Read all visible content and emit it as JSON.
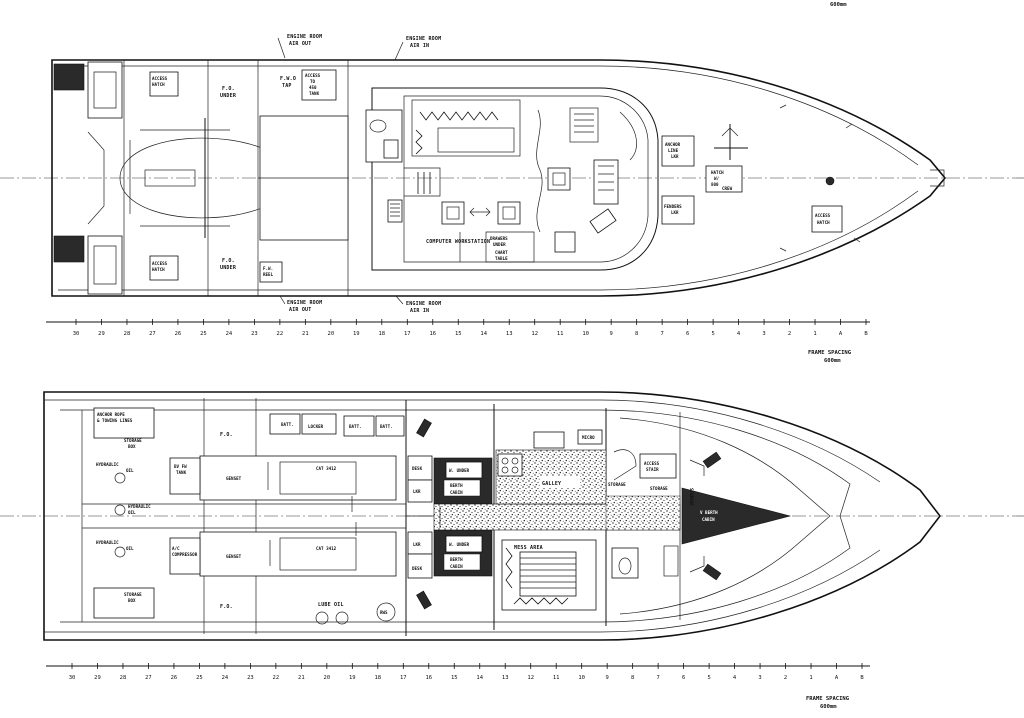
{
  "corner_note": "600mm",
  "plan": {
    "labels": {
      "er_air_out_top": [
        "ENGINE ROOM",
        "AIR OUT"
      ],
      "er_air_in_top": [
        "ENGINE ROOM",
        "AIR IN"
      ],
      "er_air_out_bottom": [
        "ENGINE ROOM",
        "AIR OUT"
      ],
      "er_air_in_bottom": [
        "ENGINE ROOM",
        "AIR IN"
      ],
      "access_hatch_stern_port": [
        "ACCESS",
        "HATCH"
      ],
      "access_hatch_stern_stbd": [
        "ACCESS",
        "HATCH"
      ],
      "fo_under_top": [
        "F.O.",
        "UNDER"
      ],
      "fo_under_bottom": [
        "F.O.",
        "UNDER"
      ],
      "fwo_tap": [
        "F.W.O",
        "TAP"
      ],
      "access_to_450": [
        "ACCESS",
        "TO",
        "450",
        "TANK"
      ],
      "fw_reel": [
        "F.W.",
        "REEL"
      ],
      "computer_workstation": "COMPUTER WORKSTATION",
      "drawers_under": [
        "DRAWERS",
        "UNDER"
      ],
      "chart_table": [
        "CHART",
        "TABLE"
      ],
      "anchor_line_locker": [
        "ANCHOR",
        "LINE",
        "LKR"
      ],
      "fenders_locker": [
        "FENDERS",
        "LKR"
      ],
      "hatch_crew": [
        "HATCH",
        "W/",
        "800",
        "CREW"
      ],
      "access_hatch_bow": [
        "ACCESS",
        "HATCH"
      ],
      "frame_spacing": [
        "FRAME SPACING",
        "600mm"
      ]
    },
    "ticks": [
      "30",
      "29",
      "28",
      "27",
      "26",
      "25",
      "24",
      "23",
      "22",
      "21",
      "20",
      "19",
      "18",
      "17",
      "16",
      "15",
      "14",
      "13",
      "12",
      "11",
      "10",
      "9",
      "8",
      "7",
      "6",
      "5",
      "4",
      "3",
      "2",
      "1",
      "A",
      "B"
    ]
  },
  "lower": {
    "labels": {
      "anchor_rope": [
        "ANCHOR ROPE",
        "& TOWING LINES"
      ],
      "storage_top": [
        "STORAGE",
        "BOX"
      ],
      "storage_bottom": [
        "STORAGE",
        "BOX"
      ],
      "fo_top": "F.O.",
      "fo_bottom": "F.O.",
      "batt1": "BATT.",
      "batt2": "BATT.",
      "batt3": "BATT.",
      "locker": "LOCKER",
      "hydraulic_oil_top": [
        "HYDRAULIC",
        "OIL"
      ],
      "hydraulic_oil_mid": [
        "HYDRAULIC",
        "OIL"
      ],
      "hydraulic_oil_low": [
        "HYDRAULIC",
        "OIL"
      ],
      "bv_fw_tank": [
        "BV FW",
        "TANK"
      ],
      "genset_top": "GENSET",
      "genset_bottom": "GENSET",
      "ac_compressor": [
        "A/C",
        "COMPRESSOR"
      ],
      "cat_top": "CAT 3412",
      "cat_bottom": "CAT 3412",
      "lube_oil": "LUBE OIL",
      "rws": "RWS",
      "desk_top": "DESK",
      "desk_bottom": "DESK",
      "lkr_top": "LKR",
      "lkr_bottom": "LKR",
      "berth_top": [
        "BERTH",
        "CABIN"
      ],
      "berth_bottom": [
        "BERTH",
        "CABIN"
      ],
      "under_top": "W. UNDER",
      "under_bottom": "W. UNDER",
      "galley": "GALLEY",
      "mess_area": "MESS AREA",
      "storage_fwd": "STORAGE",
      "storage_side": "STORAGE",
      "access_stair": [
        "ACCESS",
        "STAIR"
      ],
      "v_berth": [
        "V BERTH",
        "CABIN"
      ],
      "micro": "MICRO",
      "storage_small": "STORAGE",
      "frame_spacing": [
        "FRAME SPACING",
        "600mm"
      ]
    },
    "ticks": [
      "30",
      "29",
      "28",
      "27",
      "26",
      "25",
      "24",
      "23",
      "22",
      "21",
      "20",
      "19",
      "18",
      "17",
      "16",
      "15",
      "14",
      "13",
      "12",
      "11",
      "10",
      "9",
      "8",
      "7",
      "6",
      "5",
      "4",
      "3",
      "2",
      "1",
      "A",
      "B"
    ]
  }
}
